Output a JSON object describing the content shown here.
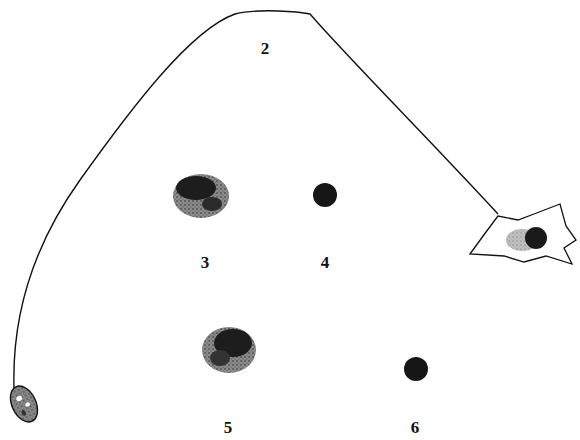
{
  "diagram": {
    "labels": [
      "2",
      "3",
      "4",
      "5",
      "6"
    ]
  }
}
